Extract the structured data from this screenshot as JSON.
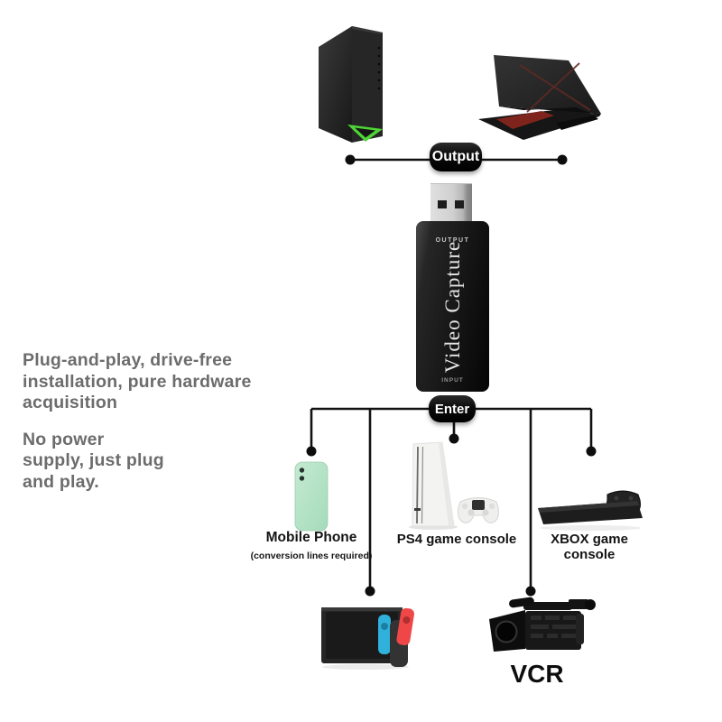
{
  "connectors": {
    "output_label": "Output",
    "enter_label": "Enter",
    "line_color": "#111111"
  },
  "capture_device": {
    "port_top_label": "OUTPUT",
    "name": "Video Capture",
    "port_bottom_label": "INPUT"
  },
  "description": {
    "paragraph1": {
      "line1": "Plug-and-play, drive-free",
      "line2": "installation, pure hardware",
      "line3": "acquisition"
    },
    "paragraph2": {
      "line1": "No power",
      "line2": "supply, just plug",
      "line3": "and play."
    }
  },
  "output_devices": [
    {
      "name": "desktop-pc"
    },
    {
      "name": "gaming-laptop"
    }
  ],
  "input_devices": [
    {
      "name": "mobile-phone",
      "label": "Mobile Phone",
      "sublabel": "(conversion lines required)"
    },
    {
      "name": "ps4",
      "label": "PS4 game console"
    },
    {
      "name": "xbox",
      "label": "XBOX game console"
    },
    {
      "name": "nintendo-switch",
      "label": ""
    },
    {
      "name": "vcr",
      "label": "VCR"
    }
  ],
  "colors": {
    "accent_green": "#4fd636",
    "joycon_blue": "#2fb1dc",
    "joycon_red": "#ef4747",
    "phone_mint": "#b9e4c9",
    "laptop_red": "#6e2b22"
  }
}
